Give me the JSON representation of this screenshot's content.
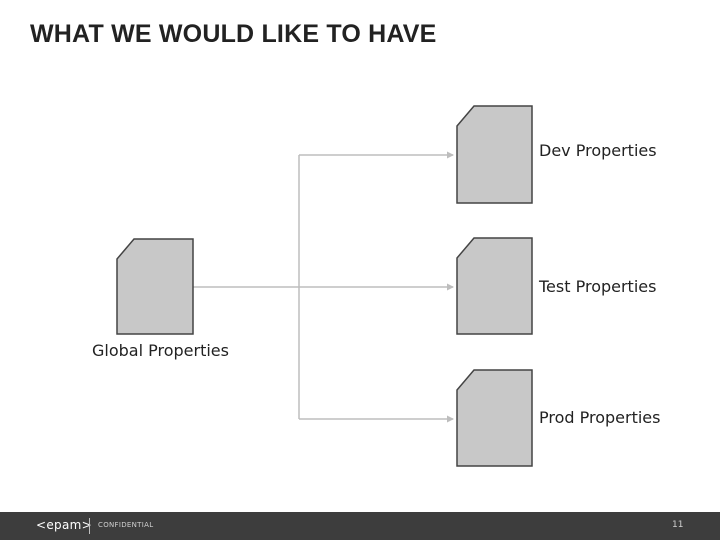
{
  "slide": {
    "title": "WHAT WE WOULD LIKE TO HAVE"
  },
  "diagram": {
    "source": {
      "label": "Global Properties"
    },
    "targets": [
      {
        "label": "Dev Properties"
      },
      {
        "label": "Test Properties"
      },
      {
        "label": "Prod Properties"
      }
    ]
  },
  "footer": {
    "logo": "<epam>",
    "confidential": "CONFIDENTIAL",
    "page_number": "11"
  },
  "colors": {
    "doc_fill": "#c8c8c8",
    "doc_stroke": "#444444",
    "connector": "#bdbdbd",
    "footer_bg": "#3d3d3d"
  }
}
